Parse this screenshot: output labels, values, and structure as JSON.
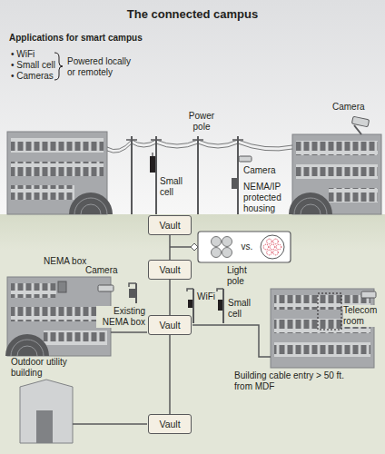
{
  "diagram": {
    "title": "The connected campus",
    "nodes": [
      {
        "text": [
          "Vault"
        ]
      },
      {
        "text": [
          "Vault"
        ]
      },
      {
        "text": [
          "Vault"
        ]
      },
      {
        "text": [
          "Vault"
        ]
      }
    ],
    "edges": [
      {
        "from": 0,
        "to": 1,
        "arrow": "none"
      },
      {
        "from": 1,
        "to": 2,
        "arrow": "none"
      },
      {
        "from": 2,
        "to": 3,
        "arrow": "none"
      }
    ],
    "labels": [
      "Applications for smart campus",
      "• WiFi",
      "• Small cell",
      "• Cameras",
      "Powered locally or remotely",
      "Power pole",
      "Camera",
      "Small cell",
      "Camera",
      "NEMA/IP protected housing",
      "vs.",
      "NEMA box",
      "Camera",
      "Light pole",
      "Existing NEMA box",
      "WiFi",
      "Small cell",
      "Telecom room",
      "Building cable entry > 50 ft. from MDF",
      "Outdoor utility building"
    ]
  }
}
